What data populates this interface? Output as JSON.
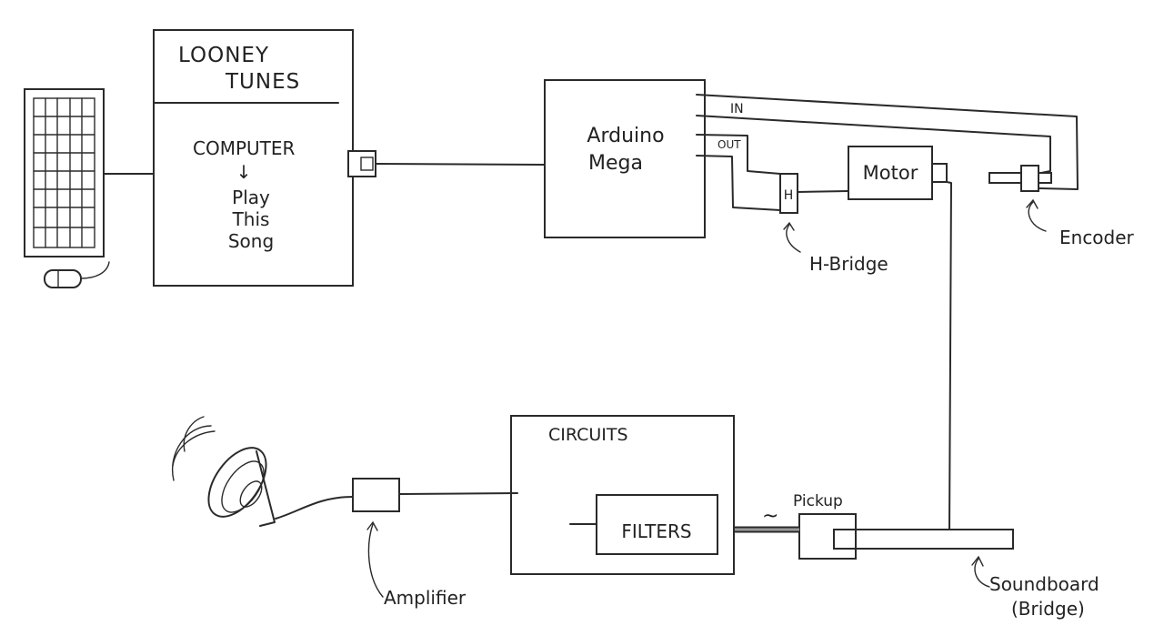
{
  "computer_app": {
    "title_line1": "LOONEY",
    "title_line2": "TUNES",
    "body_line1": "COMPUTER",
    "arrow": "↓",
    "body_line2": "Play",
    "body_line3": "This",
    "body_line4": "Song"
  },
  "arduino": {
    "line1": "Arduino",
    "line2": "Mega",
    "pin_in": "IN",
    "pin_out": "OUT"
  },
  "hbridge": {
    "chip_letter": "H",
    "label": "H-Bridge"
  },
  "motor": {
    "label": "Motor"
  },
  "encoder": {
    "label": "Encoder"
  },
  "circuits": {
    "title": "CIRCUITS",
    "filters": "FILTERS"
  },
  "pickup": {
    "label": "Pickup",
    "signal_symbol": "~"
  },
  "soundboard": {
    "line1": "Soundboard",
    "line2": "(Bridge)"
  },
  "amplifier": {
    "label": "Amplifier"
  },
  "colors": {
    "ink": "#2a2a2a",
    "paper": "#ffffff"
  }
}
